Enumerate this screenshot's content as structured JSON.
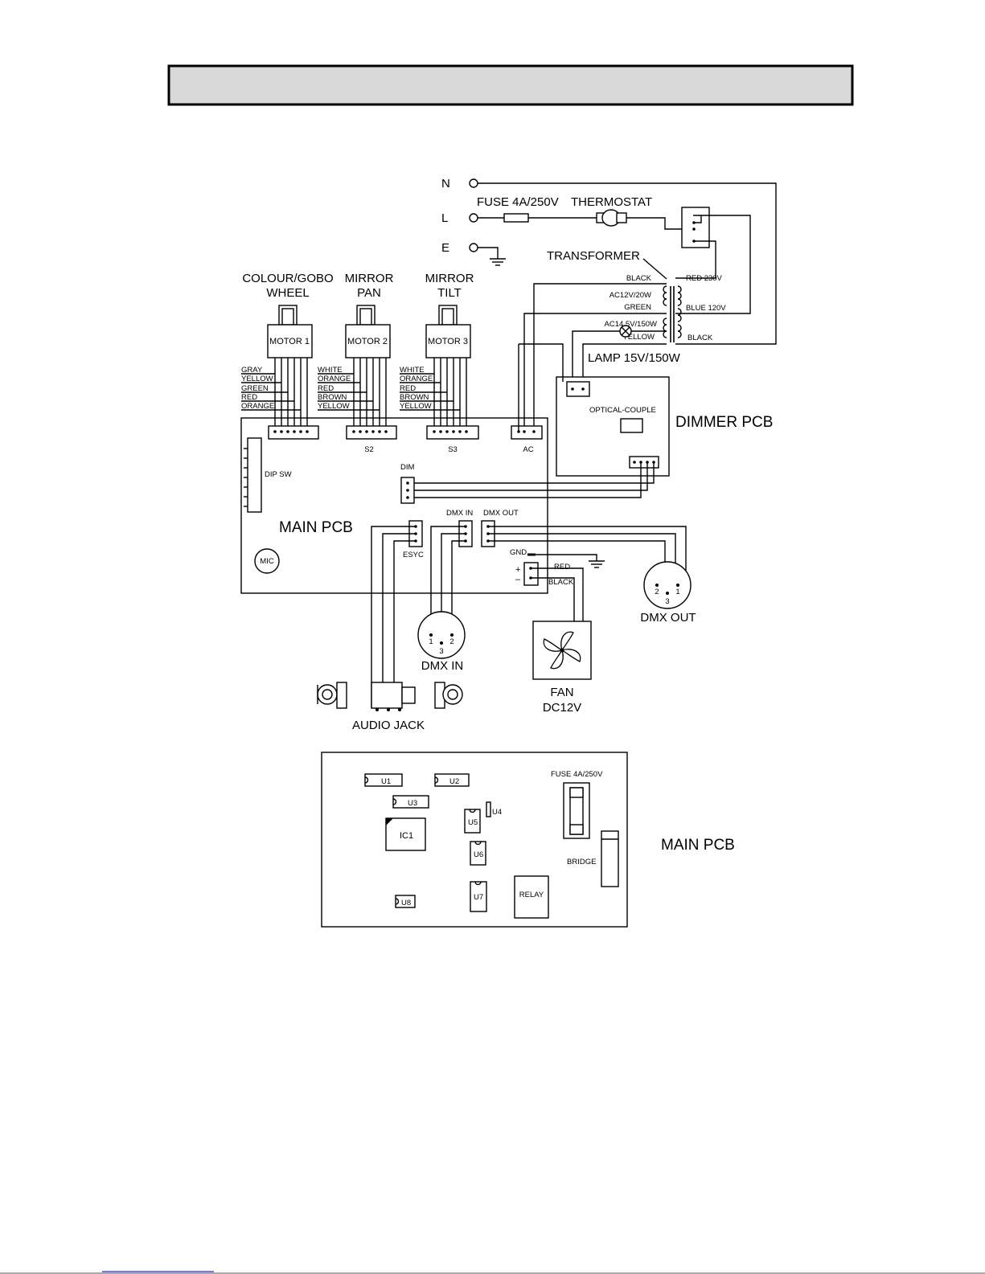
{
  "header": {
    "title": ""
  },
  "mains": {
    "n": "N",
    "l": "L",
    "e": "E",
    "fuse": "FUSE 4A/250V",
    "thermostat": "THERMOSTAT",
    "transformer": "TRANSFORMER"
  },
  "transformer": {
    "primary": [
      "RED 230V",
      "BLUE 120V",
      "BLACK"
    ],
    "secondary": [
      "BLACK",
      "AC12V/20W",
      "GREEN",
      "AC14.5V/150W",
      "YELLOW"
    ]
  },
  "lamp": "LAMP 15V/150W",
  "motors": [
    {
      "title1": "COLOUR/GOBO",
      "title2": "WHEEL",
      "label": "MOTOR 1",
      "wires": [
        "GRAY",
        "YELLOW",
        "GREEN",
        "RED",
        "ORANGE"
      ],
      "connector": ""
    },
    {
      "title1": "MIRROR",
      "title2": "PAN",
      "label": "MOTOR 2",
      "wires": [
        "WHITE",
        "ORANGE",
        "RED",
        "BROWN",
        "YELLOW"
      ],
      "connector": "S2"
    },
    {
      "title1": "MIRROR",
      "title2": "TILT",
      "label": "MOTOR 3",
      "wires": [
        "WHITE",
        "ORANGE",
        "RED",
        "BROWN",
        "YELLOW"
      ],
      "connector": "S3"
    }
  ],
  "main_pcb": {
    "title": "MAIN PCB",
    "dip": "DIP SW",
    "ac": "AC",
    "dim": "DIM",
    "dmx_in": "DMX IN",
    "dmx_out": "DMX OUT",
    "esyc": "ESYC",
    "gnd": "GND",
    "mic": "MIC",
    "plus": "+",
    "minus": "–"
  },
  "dimmer_pcb": {
    "title": "DIMMER PCB",
    "optical": "OPTICAL-COUPLE"
  },
  "fan": {
    "wire_red": "RED",
    "wire_black": "BLACK",
    "label1": "FAN",
    "label2": "DC12V"
  },
  "dmx_in_plug": {
    "label": "DMX IN",
    "pins": [
      "1",
      "2",
      "3"
    ]
  },
  "dmx_out_plug": {
    "label": "DMX OUT",
    "pins": [
      "2",
      "1",
      "3"
    ]
  },
  "audio_jack": "AUDIO JACK",
  "board": {
    "title": "MAIN PCB",
    "fuse": "FUSE 4A/250V",
    "bridge": "BRIDGE",
    "relay": "RELAY",
    "parts": [
      "U1",
      "U2",
      "U3",
      "U4",
      "U5",
      "U6",
      "U7",
      "U8",
      "IC1"
    ]
  }
}
